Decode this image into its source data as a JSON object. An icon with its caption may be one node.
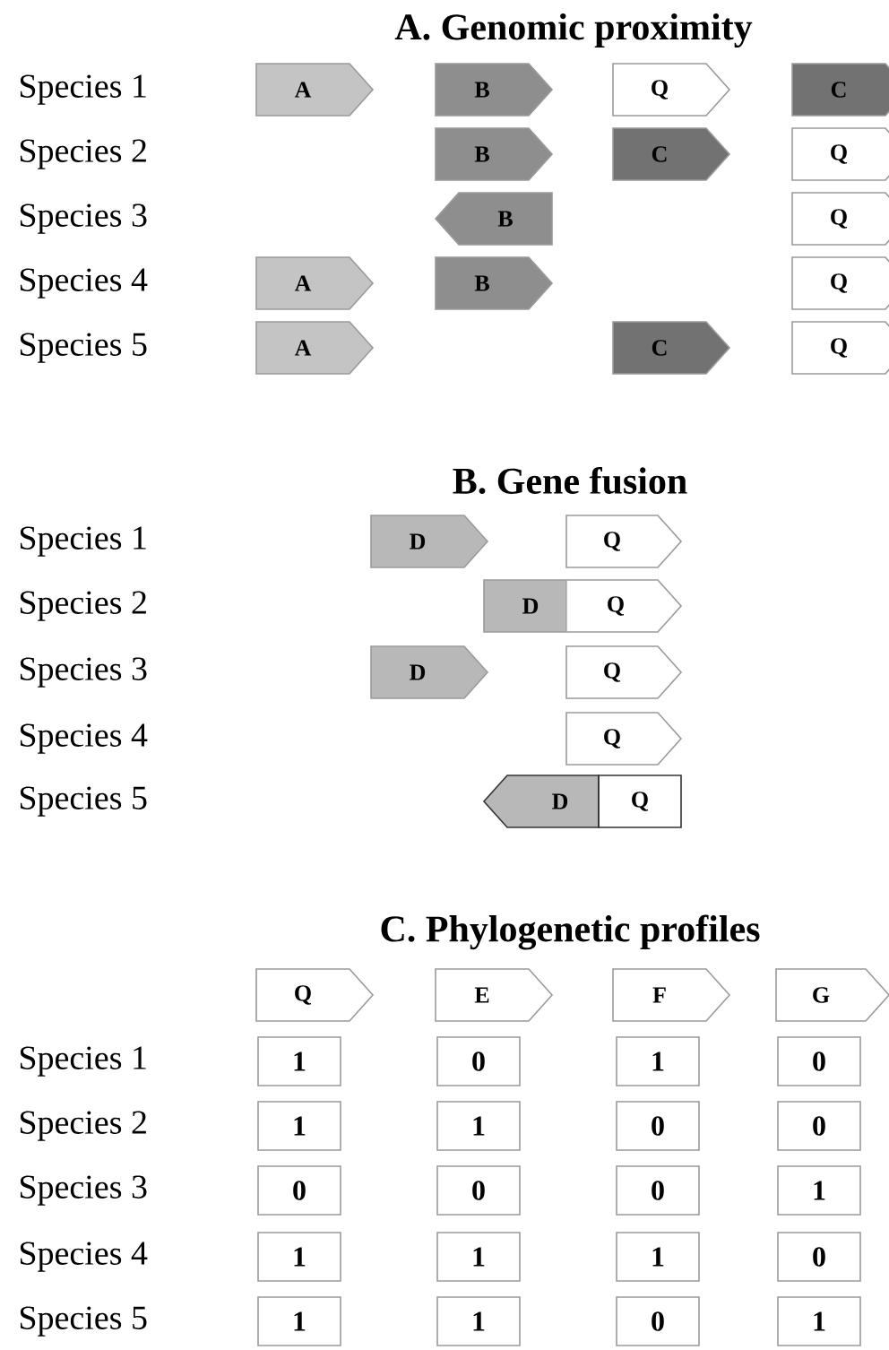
{
  "diagram": {
    "nodes": [
      {
        "text": [
          "A"
        ]
      },
      {
        "text": [
          "B"
        ]
      },
      {
        "text": [
          "Q"
        ]
      },
      {
        "text": [
          "C"
        ]
      },
      {
        "text": [
          "B"
        ]
      },
      {
        "text": [
          "C"
        ]
      },
      {
        "text": [
          "Q"
        ]
      },
      {
        "text": [
          "B"
        ]
      },
      {
        "text": [
          "Q"
        ]
      },
      {
        "text": [
          "A"
        ]
      },
      {
        "text": [
          "B"
        ]
      },
      {
        "text": [
          "Q"
        ]
      },
      {
        "text": [
          "A"
        ]
      },
      {
        "text": [
          "C"
        ]
      },
      {
        "text": [
          "Q"
        ]
      },
      {
        "text": [
          "D"
        ]
      },
      {
        "text": [
          "Q"
        ]
      },
      {
        "text": [
          "D",
          "Q"
        ]
      },
      {
        "text": [
          "D"
        ]
      },
      {
        "text": [
          "Q"
        ]
      },
      {
        "text": [
          "Q"
        ]
      },
      {
        "text": [
          "D",
          "Q"
        ]
      },
      {
        "text": [
          "Q"
        ]
      },
      {
        "text": [
          "E"
        ]
      },
      {
        "text": [
          "F"
        ]
      },
      {
        "text": [
          "G"
        ]
      },
      {
        "text": [
          "1"
        ]
      },
      {
        "text": [
          "0"
        ]
      },
      {
        "text": [
          "1"
        ]
      },
      {
        "text": [
          "0"
        ]
      },
      {
        "text": [
          "1"
        ]
      },
      {
        "text": [
          "1"
        ]
      },
      {
        "text": [
          "0"
        ]
      },
      {
        "text": [
          "0"
        ]
      },
      {
        "text": [
          "0"
        ]
      },
      {
        "text": [
          "0"
        ]
      },
      {
        "text": [
          "0"
        ]
      },
      {
        "text": [
          "1"
        ]
      },
      {
        "text": [
          "1"
        ]
      },
      {
        "text": [
          "1"
        ]
      },
      {
        "text": [
          "1"
        ]
      },
      {
        "text": [
          "0"
        ]
      },
      {
        "text": [
          "1"
        ]
      },
      {
        "text": [
          "1"
        ]
      },
      {
        "text": [
          "0"
        ]
      },
      {
        "text": [
          "1"
        ]
      }
    ],
    "labels": [
      "A. Genomic proximity",
      "Species 1",
      "Species 2",
      "Species 3",
      "Species 4",
      "Species 5",
      "B. Gene fusion",
      "Species 1",
      "Species 2",
      "Species 3",
      "Species 4",
      "Species 5",
      "C. Phylogenetic profiles",
      "Species 1",
      "Species 2",
      "Species 3",
      "Species 4",
      "Species 5"
    ]
  }
}
